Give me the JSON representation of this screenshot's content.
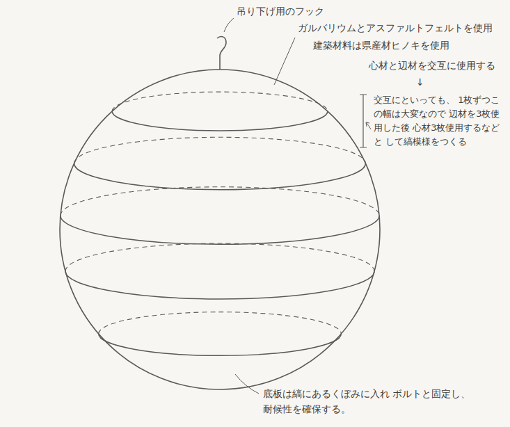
{
  "diagram": {
    "labels": [
      "吊り下げ用のフック",
      "ガルバリウムとアスファルトフェルトを使用",
      "建築材料は県産材ヒノキを使用",
      "心材と辺材を交互に使用する",
      "↓",
      "交互にといっても、 1枚ずつこの幅は大変なので 辺材を3枚使用した後 心材3枚使用するなどと して縞模様をつくる",
      "底板は縞にあるくぼみに入れ ボルトと固定し、耐候性を確保する。"
    ]
  }
}
